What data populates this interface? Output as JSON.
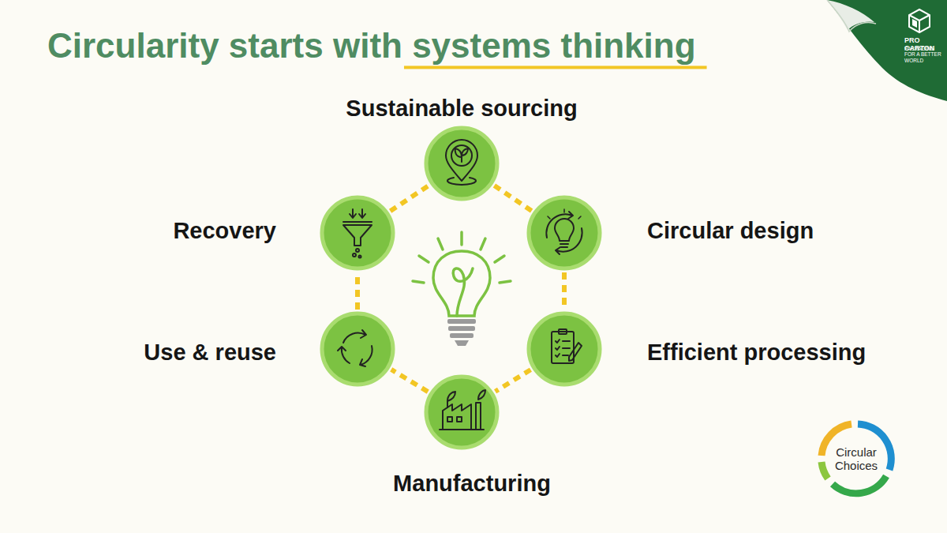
{
  "diagram": {
    "title": "Circularity starts with systems thinking",
    "nodes": [
      {
        "text": [
          "Sustainable sourcing"
        ]
      },
      {
        "text": [
          "Circular design"
        ]
      },
      {
        "text": [
          "Efficient processing"
        ]
      },
      {
        "text": [
          "Manufacturing"
        ]
      },
      {
        "text": [
          "Use & reuse"
        ]
      },
      {
        "text": [
          "Recovery"
        ]
      }
    ],
    "edges": [
      {
        "from": 0,
        "to": 1,
        "arrow": "none"
      },
      {
        "from": 1,
        "to": 2,
        "arrow": "none"
      },
      {
        "from": 2,
        "to": 3,
        "arrow": "none"
      },
      {
        "from": 3,
        "to": 4,
        "arrow": "none"
      },
      {
        "from": 4,
        "to": 5,
        "arrow": "none"
      },
      {
        "from": 5,
        "to": 0,
        "arrow": "none"
      }
    ],
    "labels": [
      "PRO CARTON",
      "PACKAGING FOR A BETTER WORLD",
      "Circular Choices"
    ]
  }
}
